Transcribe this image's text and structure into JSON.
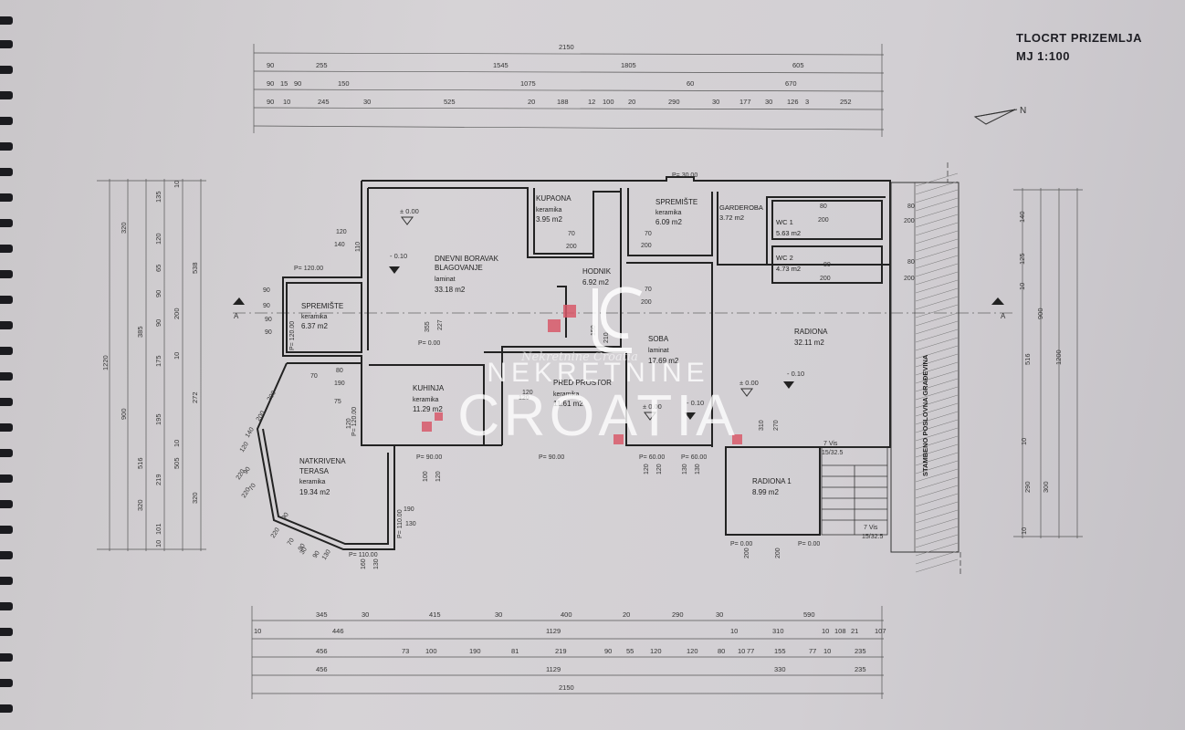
{
  "title": {
    "line1": "TLOCRT PRIZEMLJA",
    "line2": "MJ 1:100"
  },
  "north_label": "N",
  "section_marks": [
    "A",
    "A"
  ],
  "watermark": {
    "brand": "NEKRETNINE",
    "country": "CROATIA",
    "script": "Nekretnine Croatia"
  },
  "rooms": [
    {
      "id": "dnevni",
      "name": "DNEVNI BORAVAK",
      "name2": "BLAGOVANJE",
      "floor": "laminat",
      "area": "33.18 m2"
    },
    {
      "id": "kupaona",
      "name": "KUPAONA",
      "floor": "keramika",
      "area": "3.95 m2"
    },
    {
      "id": "spremiste2",
      "name": "SPREMIŠTE",
      "floor": "keramika",
      "area": "6.09 m2"
    },
    {
      "id": "garderoba",
      "name": "GARDEROBA",
      "floor": "",
      "area": "3.72 m2"
    },
    {
      "id": "wc1",
      "name": "WC 1",
      "floor": "",
      "area": "5.63 m2"
    },
    {
      "id": "wc2",
      "name": "WC 2",
      "floor": "",
      "area": "4.73 m2"
    },
    {
      "id": "spremiste1",
      "name": "SPREMIŠTE",
      "floor": "keramika",
      "area": "6.37 m2"
    },
    {
      "id": "hodnik",
      "name": "HODNIK",
      "floor": "",
      "area": "6.92 m2"
    },
    {
      "id": "soba",
      "name": "SOBA",
      "floor": "laminat",
      "area": "17.69 m2"
    },
    {
      "id": "radiona",
      "name": "RADIONA",
      "floor": "",
      "area": "32.11 m2"
    },
    {
      "id": "kuhinja",
      "name": "KUHINJA",
      "floor": "keramika",
      "area": "11.29 m2"
    },
    {
      "id": "predprostor",
      "name": "PRED PROSTOR",
      "floor": "keramika",
      "area": "11.61 m2"
    },
    {
      "id": "terasa",
      "name": "NATKRIVENA",
      "name2": "TERASA",
      "floor": "keramika",
      "area": "19.34 m2"
    },
    {
      "id": "radiona1",
      "name": "RADIONA 1",
      "floor": "",
      "area": "8.99 m2"
    }
  ],
  "neighbor_label": "STAMBENO POSLOVNA GRAĐEVINA",
  "stairs": [
    {
      "id": "top",
      "line1": "7 Vis",
      "line2": "15/32.5"
    },
    {
      "id": "bottom",
      "line1": "7 Vis",
      "line2": "15/32.5"
    }
  ],
  "levels": [
    {
      "id": "l1",
      "text": "± 0.00"
    },
    {
      "id": "l2",
      "text": "- 0.10"
    },
    {
      "id": "l3",
      "text": "- 0.10"
    },
    {
      "id": "l4",
      "text": "± 0.00"
    },
    {
      "id": "l5",
      "text": "- 0.10"
    },
    {
      "id": "l6",
      "text": "± 0.00"
    }
  ],
  "parapets": [
    {
      "id": "p1",
      "text": "P= 120.00"
    },
    {
      "id": "p2",
      "text": "P= 30.00"
    },
    {
      "id": "p3",
      "text": "P= 0.00"
    },
    {
      "id": "p4",
      "text": "P= 120.00"
    },
    {
      "id": "p5",
      "text": "P= 120.00"
    },
    {
      "id": "p6",
      "text": "P= 90.00"
    },
    {
      "id": "p7",
      "text": "P= 90.00"
    },
    {
      "id": "p8",
      "text": "P= 60.00"
    },
    {
      "id": "p9",
      "text": "P= 60.00"
    },
    {
      "id": "p10",
      "text": "P= 110.00"
    },
    {
      "id": "p11",
      "text": "P= 110.00"
    },
    {
      "id": "p12",
      "text": "P= 0.00"
    },
    {
      "id": "p13",
      "text": "P= 0.00"
    }
  ],
  "dims_top": [
    [
      "2150"
    ],
    [
      "90",
      "255",
      "1545",
      "1805",
      "605"
    ],
    [
      "90",
      "15",
      "90",
      "150",
      "1075",
      "60",
      "670"
    ],
    [
      "90",
      "10",
      "245",
      "30",
      "525",
      "20",
      "188",
      "12",
      "100",
      "20",
      "290",
      "30",
      "177",
      "30",
      "126",
      "3",
      "252"
    ]
  ],
  "dims_bottom": [
    [
      "345",
      "30",
      "415",
      "30",
      "400",
      "20",
      "290",
      "30",
      "590"
    ],
    [
      "10",
      "446",
      "1129",
      "10",
      "310",
      "10",
      "108",
      "21",
      "107"
    ],
    [
      "456",
      "73",
      "100",
      "190",
      "81",
      "219",
      "90",
      "55",
      "120",
      "120",
      "80",
      "10",
      "77",
      "155",
      "77",
      "10",
      "235"
    ],
    [
      "456",
      "1129",
      "330",
      "235"
    ],
    [
      "2150"
    ]
  ],
  "dims_left": [
    "1220",
    "900",
    "320",
    "385",
    "516",
    "320",
    "135",
    "120",
    "65",
    "90",
    "90",
    "175",
    "195",
    "219",
    "101",
    "10",
    "10",
    "10",
    "10",
    "538",
    "200",
    "272",
    "505",
    "320"
  ],
  "dims_right": [
    "1200",
    "900",
    "516",
    "140",
    "125",
    "10",
    "290",
    "300",
    "10",
    "10"
  ],
  "openings": [
    "70",
    "200",
    "70",
    "200",
    "70",
    "200",
    "80",
    "200",
    "80",
    "200",
    "80",
    "200",
    "80",
    "200",
    "120",
    "140",
    "120",
    "120",
    "190",
    "130",
    "100",
    "120",
    "120",
    "130",
    "120",
    "130",
    "310",
    "270",
    "200",
    "200",
    "160",
    "130",
    "227",
    "355",
    "210",
    "150",
    "110",
    "120",
    "190",
    "75",
    "90",
    "90",
    "90",
    "90",
    "70",
    "80"
  ],
  "terrace_angle_dims": [
    "200",
    "200",
    "140",
    "120",
    "90",
    "70",
    "220",
    "220",
    "220",
    "70",
    "30",
    "90",
    "90",
    "90",
    "130"
  ]
}
